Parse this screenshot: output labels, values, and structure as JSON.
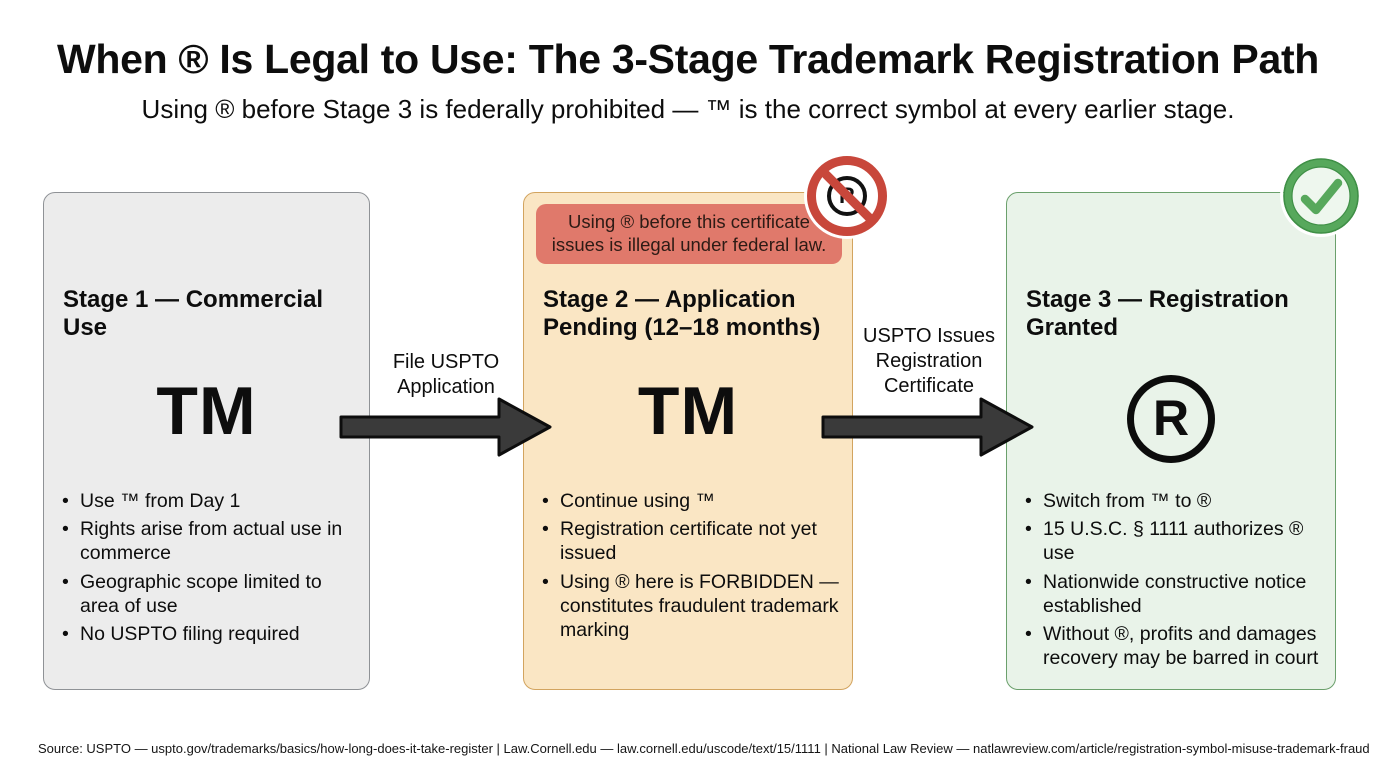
{
  "header": {
    "title": "When ® Is Legal to Use: The 3-Stage Trademark Registration Path",
    "subtitle": "Using ® before Stage 3 is federally prohibited — ™ is the correct symbol at every earlier stage."
  },
  "stages": [
    {
      "heading": "Stage 1 — Commercial Use",
      "symbol": "TM",
      "bullets": [
        "Use ™ from Day 1",
        "Rights arise from actual use in commerce",
        "Geographic scope limited to area of use",
        "No USPTO filing required"
      ]
    },
    {
      "heading": "Stage 2 — Application Pending (12–18 months)",
      "symbol": "TM",
      "banner": "Using ® before this certificate issues is illegal under federal law.",
      "bullets": [
        "Continue using ™",
        "Registration certificate not yet issued",
        "Using ® here is FORBIDDEN — constitutes fraudulent trademark marking"
      ]
    },
    {
      "heading": "Stage 3 — Registration Granted",
      "symbol": "R",
      "bullets": [
        "Switch from ™ to ®",
        "15 U.S.C. § 1111 authorizes ® use",
        "Nationwide constructive notice established",
        "Without ®, profits and damages recovery may be barred in court"
      ]
    }
  ],
  "arrows": [
    {
      "label": "File USPTO Application"
    },
    {
      "label": "USPTO Issues Registration Certificate"
    }
  ],
  "badges": {
    "prohibited_symbol": "R",
    "prohibited_meaning": "using-registered-symbol-forbidden",
    "allowed_meaning": "registration-granted-check"
  },
  "colors": {
    "stage1_bg": "#ececec",
    "stage1_border": "#8f9296",
    "stage2_bg": "#fae6c4",
    "stage2_border": "#d2a45f",
    "stage3_bg": "#e9f3e9",
    "stage3_border": "#6ba06c",
    "banner_bg": "#e0796b",
    "arrow": "#3a3a3a",
    "prohibited_red": "#c8473b",
    "check_green": "#57a85c"
  },
  "footer": {
    "source": "Source: USPTO — uspto.gov/trademarks/basics/how-long-does-it-take-register | Law.Cornell.edu — law.cornell.edu/uscode/text/15/1111 | National Law Review — natlawreview.com/article/registration-symbol-misuse-trademark-fraud"
  }
}
